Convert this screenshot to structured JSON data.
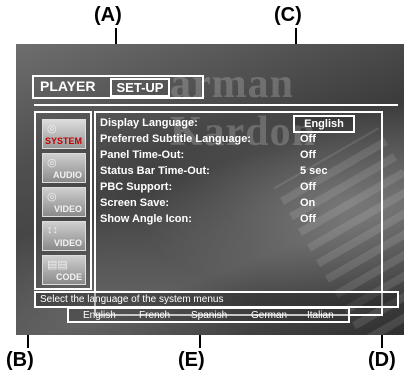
{
  "callouts": {
    "a": "(A)",
    "b": "(B)",
    "c": "(C)",
    "d": "(D)",
    "e": "(E)"
  },
  "watermark": "arman Kardon",
  "header": {
    "player_label": "PLAYER",
    "setup_label": "SET-UP"
  },
  "sidebar": {
    "tabs": [
      {
        "label": "SYSTEM",
        "icon": "gear-icon",
        "active": true
      },
      {
        "label": "AUDIO",
        "icon": "speaker-icon",
        "active": false
      },
      {
        "label": "VIDEO",
        "icon": "monitor-icon",
        "active": false
      },
      {
        "label": "VIDEO",
        "icon": "sliders-icon",
        "active": false
      },
      {
        "label": "CODE",
        "icon": "keypad-icon",
        "active": false
      }
    ]
  },
  "settings": {
    "rows": [
      {
        "label": "Display Language:",
        "value": "English",
        "selected": true
      },
      {
        "label": "Preferred Subtitle Language:",
        "value": "Off"
      },
      {
        "label": "Panel Time-Out:",
        "value": "Off"
      },
      {
        "label": "Status Bar Time-Out:",
        "value": "5 sec"
      },
      {
        "label": "PBC Support:",
        "value": "Off"
      },
      {
        "label": "Screen Save:",
        "value": "On"
      },
      {
        "label": "Show Angle Icon:",
        "value": "Off"
      }
    ]
  },
  "status": {
    "help_text": "Select the language of the system menus"
  },
  "languages": {
    "options": [
      "English",
      "French",
      "Spanish",
      "German",
      "Italian"
    ]
  },
  "colors": {
    "active_tab_label": "#c00000",
    "frame_lines": "#ffffff"
  }
}
